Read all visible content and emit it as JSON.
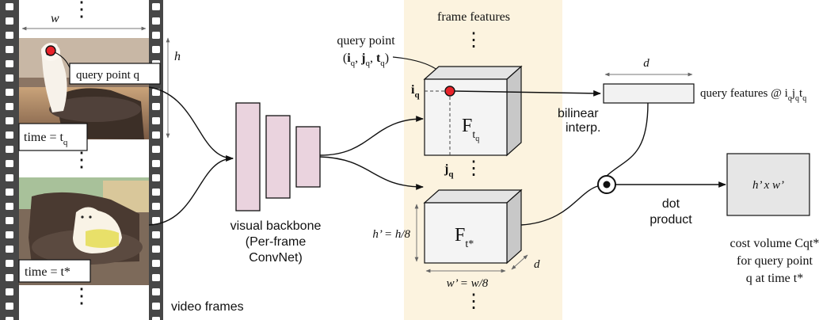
{
  "film_strip": {
    "width_label": "w",
    "height_label": "h",
    "query_point_label": "query point q",
    "time_query_label": "time = t",
    "time_query_sub": "q",
    "time_star_label": "time = t*",
    "caption": "video frames"
  },
  "backbone": {
    "line1": "visual backbone",
    "line2": "(Per-frame",
    "line3": "ConvNet)"
  },
  "features": {
    "header": "frame features",
    "query_point_title": "query point",
    "coord_i": "i",
    "coord_j": "j",
    "coord_t": "t",
    "coord_sub": "q",
    "query_tensor_label": "F",
    "query_tensor_sub_t": "t",
    "query_tensor_sub_q": "q",
    "target_tensor_label": "F",
    "target_tensor_sub": "t*",
    "height_label": "h’ = h/8",
    "width_label": "w’ = w/8",
    "depth_label": "d"
  },
  "interp": {
    "line1": "bilinear",
    "line2": "interp."
  },
  "query_features": {
    "depth_label": "d",
    "label_prefix": "query features @ i",
    "sub_q": "q",
    "j": "j",
    "t": "t"
  },
  "dot_product": {
    "line1": "dot",
    "line2": "product"
  },
  "cost_volume": {
    "box_label": "h’ x w’",
    "line1": "cost volume Cqt*",
    "line2": "for query point",
    "line3": "q at time t*"
  },
  "colors": {
    "backbone_fill": "#ead3de",
    "feature_panel": "#fcf3df",
    "query_dot": "#e8232a",
    "tensor_front": "#f4f4f4",
    "tensor_top": "#e4e4e4",
    "tensor_side": "#c8c8c8",
    "cost_box": "#e6e6e6"
  }
}
